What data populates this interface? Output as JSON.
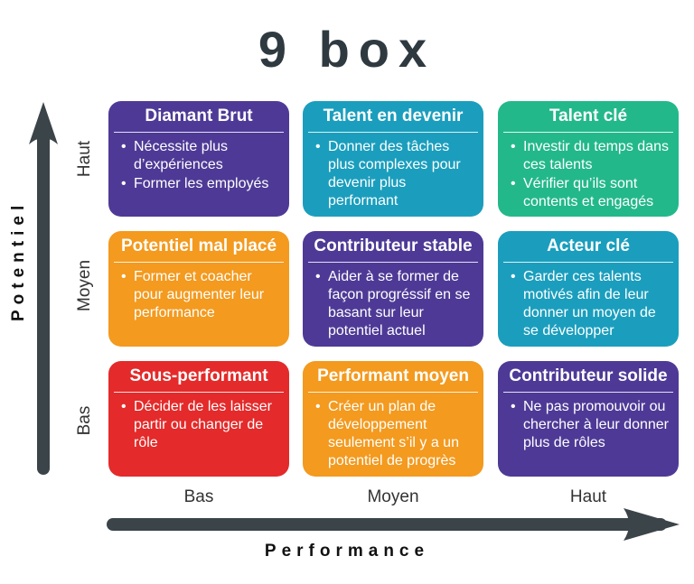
{
  "title": "9 box",
  "y_axis": {
    "title": "Potentiel",
    "labels": {
      "high": "Haut",
      "mid": "Moyen",
      "low": "Bas"
    }
  },
  "x_axis": {
    "title": "Performance",
    "labels": {
      "low": "Bas",
      "mid": "Moyen",
      "high": "Haut"
    }
  },
  "boxes": {
    "haut_bas": {
      "title": "Diamant Brut",
      "color": "#4e3a96",
      "items": [
        "Nécessite plus d’expériences",
        "Former les employés"
      ]
    },
    "haut_moyen": {
      "title": "Talent en devenir",
      "color": "#1b9ebd",
      "items": [
        "Donner des tâches plus complexes pour devenir plus performant"
      ]
    },
    "haut_haut": {
      "title": "Talent clé",
      "color": "#23b88a",
      "items": [
        "Investir du temps dans ces talents",
        "Vérifier qu’ils sont contents et engagés"
      ]
    },
    "moyen_bas": {
      "title": "Potentiel mal placé",
      "color": "#f39a1f",
      "items": [
        "Former et coacher pour augmenter leur performance"
      ]
    },
    "moyen_moyen": {
      "title": "Contributeur stable",
      "color": "#4e3a96",
      "items": [
        "Aider à se former de façon progréssif en se basant sur leur potentiel actuel"
      ]
    },
    "moyen_haut": {
      "title": "Acteur clé",
      "color": "#1b9ebd",
      "items": [
        "Garder ces talents motivés afin de leur donner un moyen de se développer"
      ]
    },
    "bas_bas": {
      "title": "Sous-performant",
      "color": "#e42a2a",
      "items": [
        "Décider de les laisser partir ou changer de rôle"
      ]
    },
    "bas_moyen": {
      "title": "Performant moyen",
      "color": "#f39a1f",
      "items": [
        "Créer un plan de développement seulement s’il y a un potentiel de progrès"
      ]
    },
    "bas_haut": {
      "title": "Contributeur solide",
      "color": "#4e3a96",
      "items": [
        "Ne pas promouvoir ou chercher à leur donner plus de rôles"
      ]
    }
  },
  "colors": {
    "arrow": "#3b4448",
    "text": "#2f3a40"
  }
}
